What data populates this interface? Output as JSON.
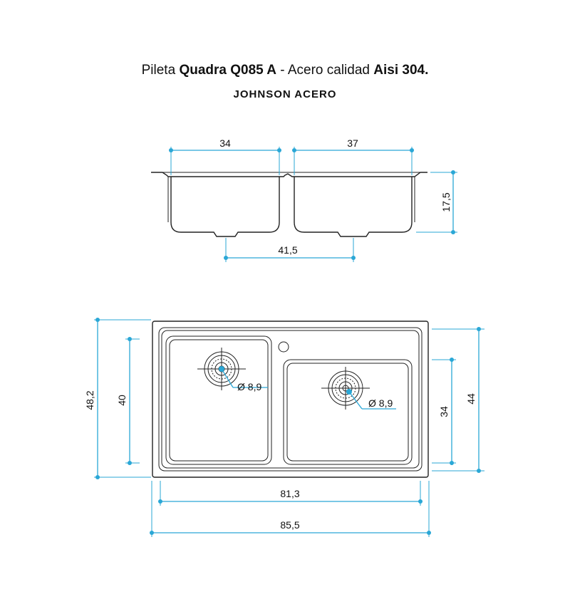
{
  "title": {
    "p1": "Pileta ",
    "p2": "Quadra Q085 A",
    "p3": " - Acero calidad ",
    "p4": "Aisi 304."
  },
  "brand": "JOHNSON ACERO",
  "dimensions": {
    "side_left_width": "34",
    "side_right_width": "37",
    "side_drain_spacing": "41,5",
    "side_depth": "17,5",
    "top_outer_height": "48,2",
    "top_left_bowl_height": "40",
    "top_right_outer_height": "44",
    "top_right_bowl_height": "34",
    "top_inner_width": "81,3",
    "top_outer_width": "85,5",
    "drain_left_diameter": "Ø 8,9",
    "drain_right_diameter": "Ø 8,9"
  },
  "colors": {
    "dimension": "#2aa7d6",
    "outline": "#222222"
  }
}
